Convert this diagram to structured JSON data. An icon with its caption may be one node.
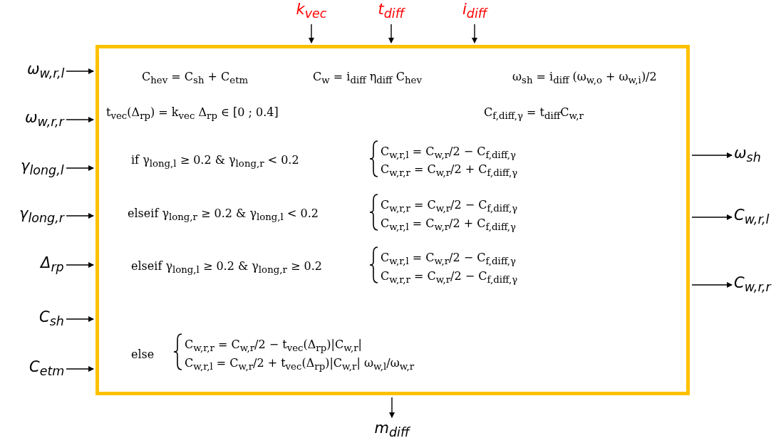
{
  "diagram": {
    "nodes": [
      {
        "text": [
          "C$_{hev}$ = C$_{sh}$ + C$_{etm}$",
          "C$_{w}$ = i$_{diff}$ η$_{diff}$ C$_{hev}$",
          "ω$_{sh}$ = i$_{diff}$ (ω$_{w,o}$ + ω$_{w,i}$)/2",
          "t$_{vec}$(Δ$_{rp}$) = k$_{vec}$ Δ$_{rp}$  ∈ [0 ; 0.4]",
          "C$_{f,diff,γ}$ = t$_{diff}$C$_{w,r}$",
          "if γ$_{long,l}$ ≥ 0.2 & γ$_{long,r}$ < 0.2",
          "C$_{w,r,l}$ = C$_{w,r}$/2 − C$_{f,diff,γ}$",
          "C$_{w,r,r}$ = C$_{w,r}$/2 + C$_{f,diff,γ}$",
          "elseif γ$_{long,r}$ ≥ 0.2 & γ$_{long,l}$ < 0.2",
          "C$_{w,r,r}$ = C$_{w,r}$/2 − C$_{f,diff,γ}$",
          "C$_{w,r,l}$ = C$_{w,r}$/2 + C$_{f,diff,γ}$",
          "elseif γ$_{long,l}$ ≥ 0.2 & γ$_{long,r}$ ≥ 0.2",
          "C$_{w,r,l}$ = C$_{w,r}$/2 − C$_{f,diff,γ}$",
          "C$_{w,r,r}$ = C$_{w,r}$/2 − C$_{f,diff,γ}$",
          "else",
          "C$_{w,r,r}$ = C$_{w,r}$/2 − t$_{vec}$(Δ$_{rp}$)|C$_{w,r}$|",
          "C$_{w,r,l}$ = C$_{w,r}$/2 + t$_{vec}$(Δ$_{rp}$)|C$_{w,r}$| ω$_{w,l}$/ω$_{w,r}$"
        ]
      },
      {
        "text": [
          "ω$_{w,r,l}$"
        ]
      },
      {
        "text": [
          "ω$_{w,r,r}$"
        ]
      },
      {
        "text": [
          "γ$_{long,l}$"
        ]
      },
      {
        "text": [
          "γ$_{long,r}$"
        ]
      },
      {
        "text": [
          "Δ$_{rp}$"
        ]
      },
      {
        "text": [
          "C$_{sh}$"
        ]
      },
      {
        "text": [
          "C$_{etm}$"
        ]
      },
      {
        "text": [
          "k$_{vec}$"
        ]
      },
      {
        "text": [
          "t$_{diff}$"
        ]
      },
      {
        "text": [
          "i$_{diff}$"
        ]
      },
      {
        "text": [
          "ω$_{sh}$"
        ]
      },
      {
        "text": [
          "C$_{w,r,l}$"
        ]
      },
      {
        "text": [
          "C$_{w,r,r}$"
        ]
      },
      {
        "text": [
          "m$_{diff}$"
        ]
      }
    ],
    "edges": [
      {
        "from": 1,
        "to": 0,
        "arrow": "to"
      },
      {
        "from": 2,
        "to": 0,
        "arrow": "to"
      },
      {
        "from": 3,
        "to": 0,
        "arrow": "to"
      },
      {
        "from": 4,
        "to": 0,
        "arrow": "to"
      },
      {
        "from": 5,
        "to": 0,
        "arrow": "to"
      },
      {
        "from": 6,
        "to": 0,
        "arrow": "to"
      },
      {
        "from": 7,
        "to": 0,
        "arrow": "to"
      },
      {
        "from": 8,
        "to": 0,
        "arrow": "to"
      },
      {
        "from": 9,
        "to": 0,
        "arrow": "to"
      },
      {
        "from": 10,
        "to": 0,
        "arrow": "to"
      },
      {
        "from": 0,
        "to": 11,
        "arrow": "to"
      },
      {
        "from": 0,
        "to": 12,
        "arrow": "to"
      },
      {
        "from": 0,
        "to": 13,
        "arrow": "to"
      },
      {
        "from": 0,
        "to": 14,
        "arrow": "to"
      }
    ]
  }
}
